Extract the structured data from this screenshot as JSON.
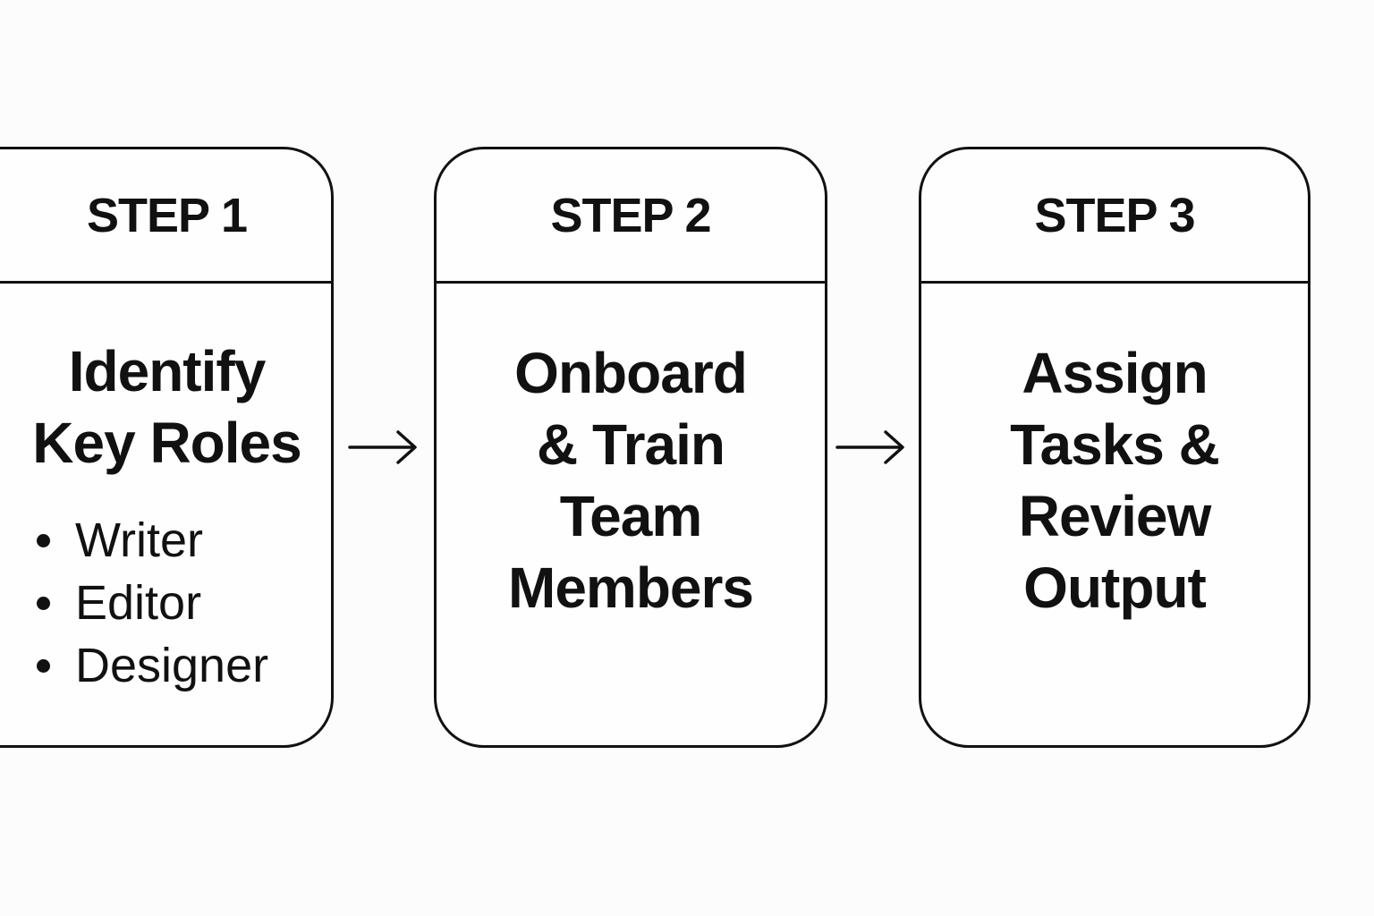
{
  "steps": [
    {
      "label": "STEP 1",
      "title_lines": [
        "Identify",
        "Key Roles"
      ],
      "roles": [
        "Writer",
        "Editor",
        "Designer"
      ]
    },
    {
      "label": "STEP 2",
      "title_lines": [
        "Onboard",
        "& Train",
        "Team",
        "Members"
      ]
    },
    {
      "label": "STEP 3",
      "title_lines": [
        "Assign",
        "Tasks &",
        "Review",
        "Output"
      ]
    }
  ],
  "arrows": [
    "right-arrow-icon",
    "right-arrow-icon"
  ],
  "colors": {
    "stroke": "#111111",
    "background": "#fcfcfc"
  }
}
